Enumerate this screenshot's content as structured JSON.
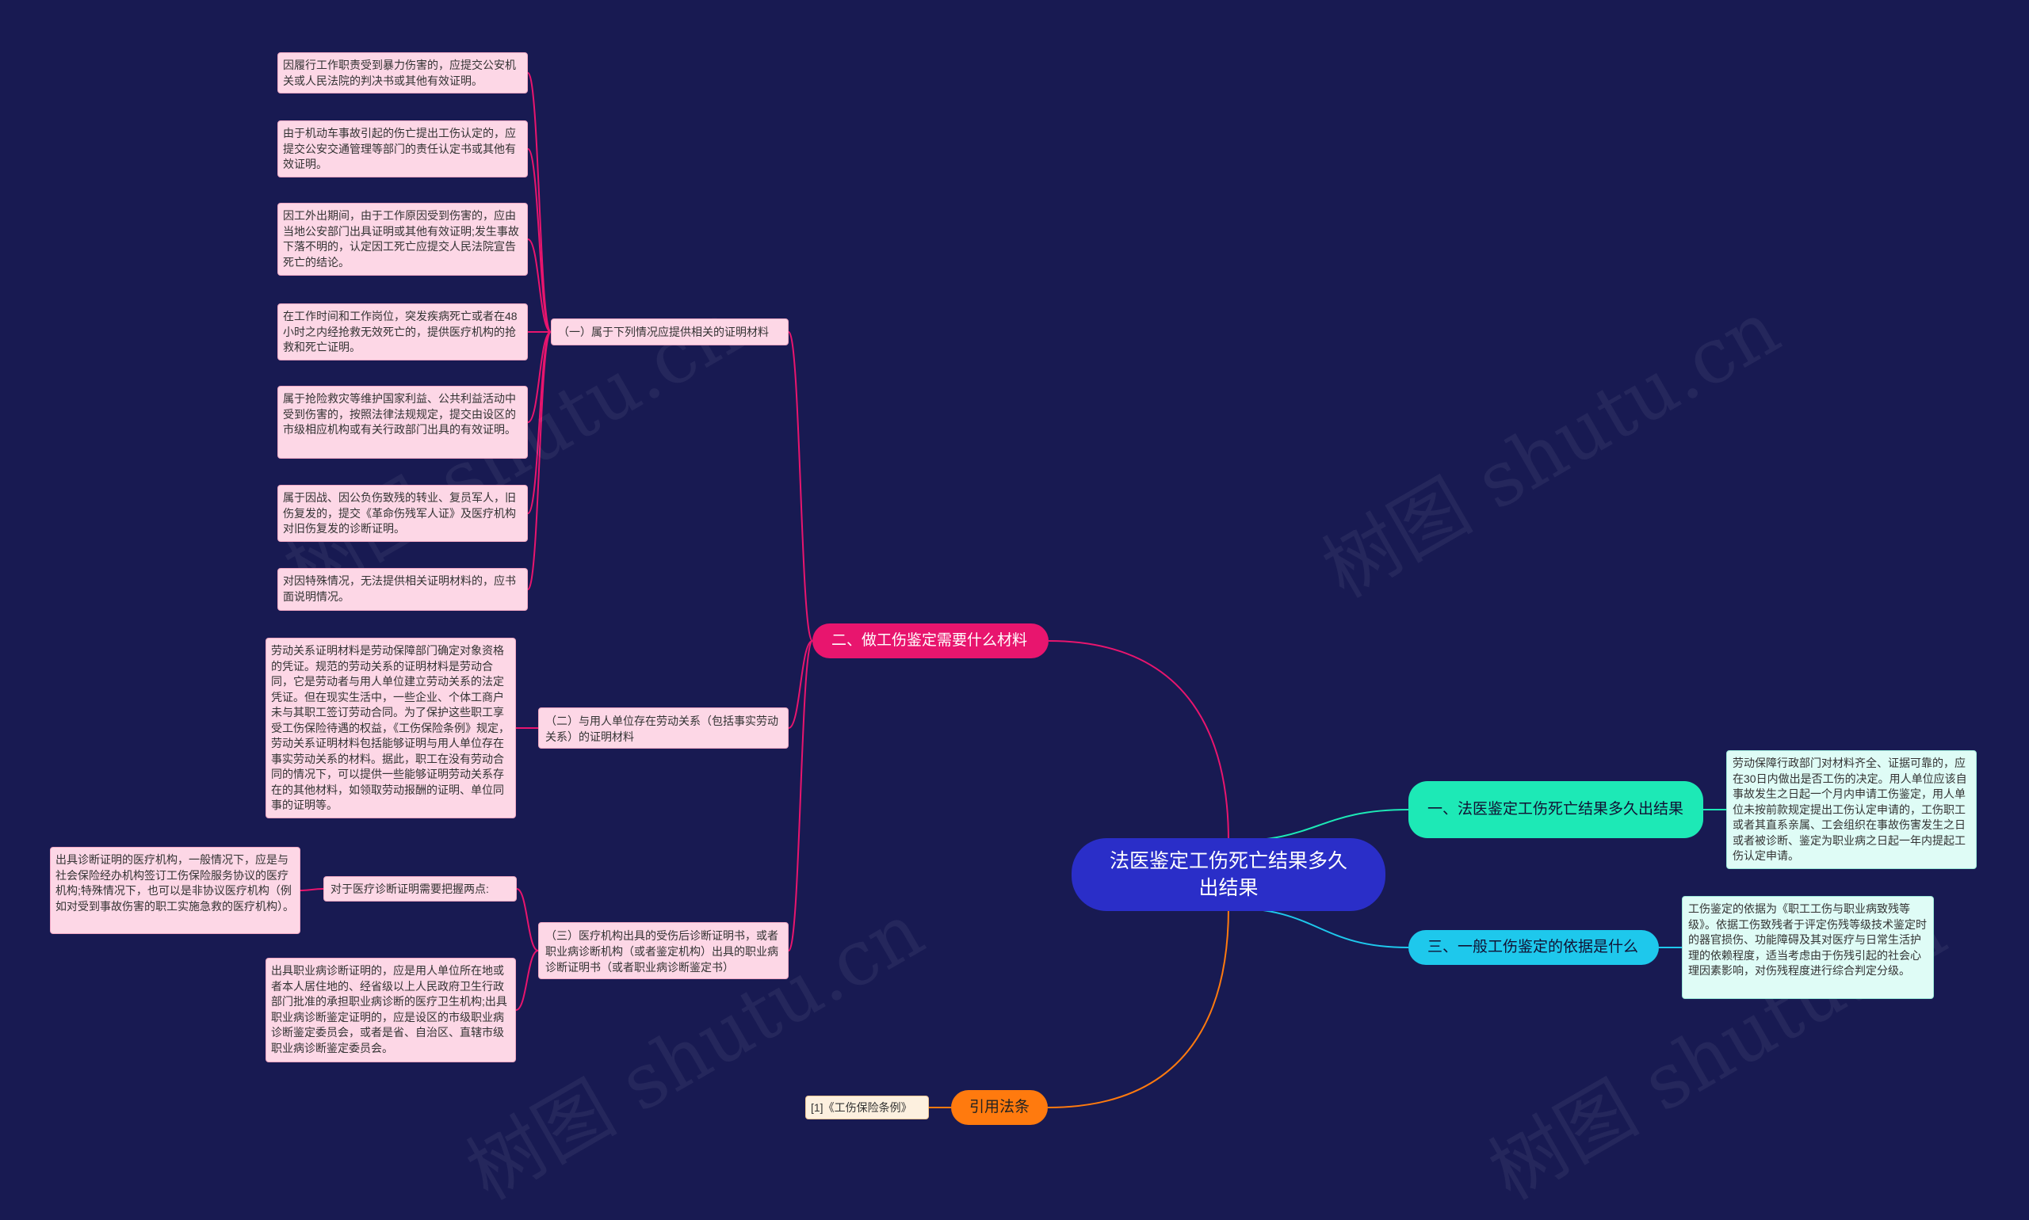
{
  "root": {
    "label": "法医鉴定工伤死亡结果多久出结果"
  },
  "branches": {
    "b1": {
      "label": "一、法医鉴定工伤死亡结果多久出结果",
      "color": "#1de9b6",
      "text": "劳动保障行政部门对材料齐全、证据可靠的，应在30日内做出是否工伤的决定。用人单位应该自事故发生之日起一个月内申请工伤鉴定，用人单位未按前款规定提出工伤认定申请的，工伤职工或者其直系亲属、工会组织在事故伤害发生之日或者被诊断、鉴定为职业病之日起一年内提起工伤认定申请。"
    },
    "b2": {
      "label": "二、做工伤鉴定需要什么材料",
      "color": "#e8156e",
      "sub1": {
        "label": "（一）属于下列情况应提供相关的证明材料",
        "items": [
          "因履行工作职责受到暴力伤害的，应提交公安机关或人民法院的判决书或其他有效证明。",
          "由于机动车事故引起的伤亡提出工伤认定的，应提交公安交通管理等部门的责任认定书或其他有效证明。",
          "因工外出期间，由于工作原因受到伤害的，应由当地公安部门出具证明或其他有效证明;发生事故下落不明的，认定因工死亡应提交人民法院宣告死亡的结论。",
          "在工作时间和工作岗位，突发疾病死亡或者在48小时之内经抢救无效死亡的，提供医疗机构的抢救和死亡证明。",
          "属于抢险救灾等维护国家利益、公共利益活动中受到伤害的，按照法律法规规定，提交由设区的市级相应机构或有关行政部门出具的有效证明。",
          "属于因战、因公负伤致残的转业、复员军人，旧伤复发的，提交《革命伤残军人证》及医疗机构对旧伤复发的诊断证明。",
          "对因特殊情况，无法提供相关证明材料的，应书面说明情况。"
        ]
      },
      "sub2": {
        "label": "（二）与用人单位存在劳动关系（包括事实劳动关系）的证明材料",
        "text": "劳动关系证明材料是劳动保障部门确定对象资格的凭证。规范的劳动关系的证明材料是劳动合同，它是劳动者与用人单位建立劳动关系的法定凭证。但在现实生活中，一些企业、个体工商户未与其职工签订劳动合同。为了保护这些职工享受工伤保险待遇的权益，《工伤保险条例》规定，劳动关系证明材料包括能够证明与用人单位存在事实劳动关系的材料。据此，职工在没有劳动合同的情况下，可以提供一些能够证明劳动关系存在的其他材料，如领取劳动报酬的证明、单位同事的证明等。"
      },
      "sub3": {
        "label": "（三）医疗机构出具的受伤后诊断证明书，或者职业病诊断机构（或者鉴定机构）出具的职业病诊断证明书（或者职业病诊断鉴定书）",
        "mid_label": "对于医疗诊断证明需要把握两点:",
        "mid_text": "出具诊断证明的医疗机构，一般情况下，应是与社会保险经办机构签订工伤保险服务协议的医疗机构;特殊情况下，也可以是非协议医疗机构（例如对受到事故伤害的职工实施急救的医疗机构）。",
        "text": "出具职业病诊断证明的，应是用人单位所在地或者本人居住地的、经省级以上人民政府卫生行政部门批准的承担职业病诊断的医疗卫生机构;出具职业病诊断鉴定证明的，应是设区的市级职业病诊断鉴定委员会，或者是省、自治区、直辖市级职业病诊断鉴定委员会。"
      }
    },
    "b3": {
      "label": "三、一般工伤鉴定的依据是什么",
      "color": "#1ec8ec",
      "text": "工伤鉴定的依据为《职工工伤与职业病致残等级》。依据工伤致残者于评定伤残等级技术鉴定时的器官损伤、功能障碍及其对医疗与日常生活护理的依赖程度，适当考虑由于伤残引起的社会心理因素影响，对伤残程度进行综合判定分级。"
    },
    "b4": {
      "label": "引用法条",
      "color": "#ff7a0e",
      "cite": "[1]《工伤保险条例》"
    }
  },
  "watermark": "树图 shutu.cn"
}
